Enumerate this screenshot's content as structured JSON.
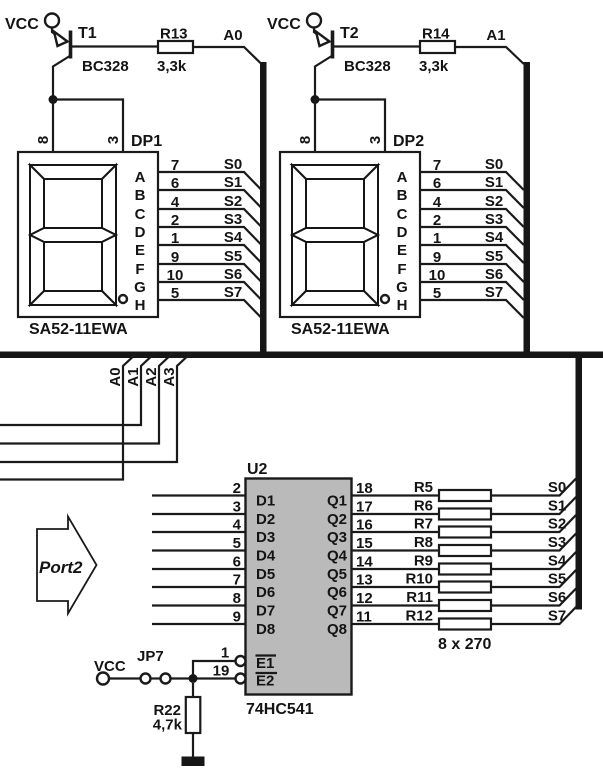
{
  "colors": {
    "ic_fill": "#bababa",
    "wire": "#1a1a1a"
  },
  "t1": {
    "vcc": "VCC",
    "ref": "T1",
    "part": "BC328"
  },
  "t2": {
    "vcc": "VCC",
    "ref": "T2",
    "part": "BC328"
  },
  "r13": {
    "ref": "R13",
    "value": "3,3k"
  },
  "r14": {
    "ref": "R14",
    "value": "3,3k"
  },
  "a": [
    "A0",
    "A1",
    "A2",
    "A3"
  ],
  "s": [
    "S0",
    "S1",
    "S2",
    "S3",
    "S4",
    "S5",
    "S6",
    "S7"
  ],
  "dp1": {
    "ref": "DP1",
    "part": "SA52-11EWA"
  },
  "dp2": {
    "ref": "DP2",
    "part": "SA52-11EWA"
  },
  "disp_top_pins": [
    "8",
    "3"
  ],
  "seg_letters": [
    "A",
    "B",
    "C",
    "D",
    "E",
    "F",
    "G",
    "H"
  ],
  "disp_pins": [
    "7",
    "6",
    "4",
    "2",
    "1",
    "9",
    "10",
    "5"
  ],
  "u2": {
    "ref": "U2",
    "part": "74HC541",
    "in_pins": [
      "2",
      "3",
      "4",
      "5",
      "6",
      "7",
      "8",
      "9"
    ],
    "in_labels": [
      "D1",
      "D2",
      "D3",
      "D4",
      "D5",
      "D6",
      "D7",
      "D8"
    ],
    "out_pins": [
      "18",
      "17",
      "16",
      "15",
      "14",
      "13",
      "12",
      "11"
    ],
    "out_labels": [
      "Q1",
      "Q2",
      "Q3",
      "Q4",
      "Q5",
      "Q6",
      "Q7",
      "Q8"
    ],
    "en_pins": [
      "1",
      "19"
    ],
    "en_labels": [
      "E1",
      "E2"
    ]
  },
  "rnet": {
    "refs": [
      "R5",
      "R6",
      "R7",
      "R8",
      "R9",
      "R10",
      "R11",
      "R12"
    ],
    "value": "8 x 270"
  },
  "port2": "Port2",
  "jp7": "JP7",
  "vcc_bottom": "VCC",
  "r22": {
    "ref": "R22",
    "value": "4,7k"
  }
}
